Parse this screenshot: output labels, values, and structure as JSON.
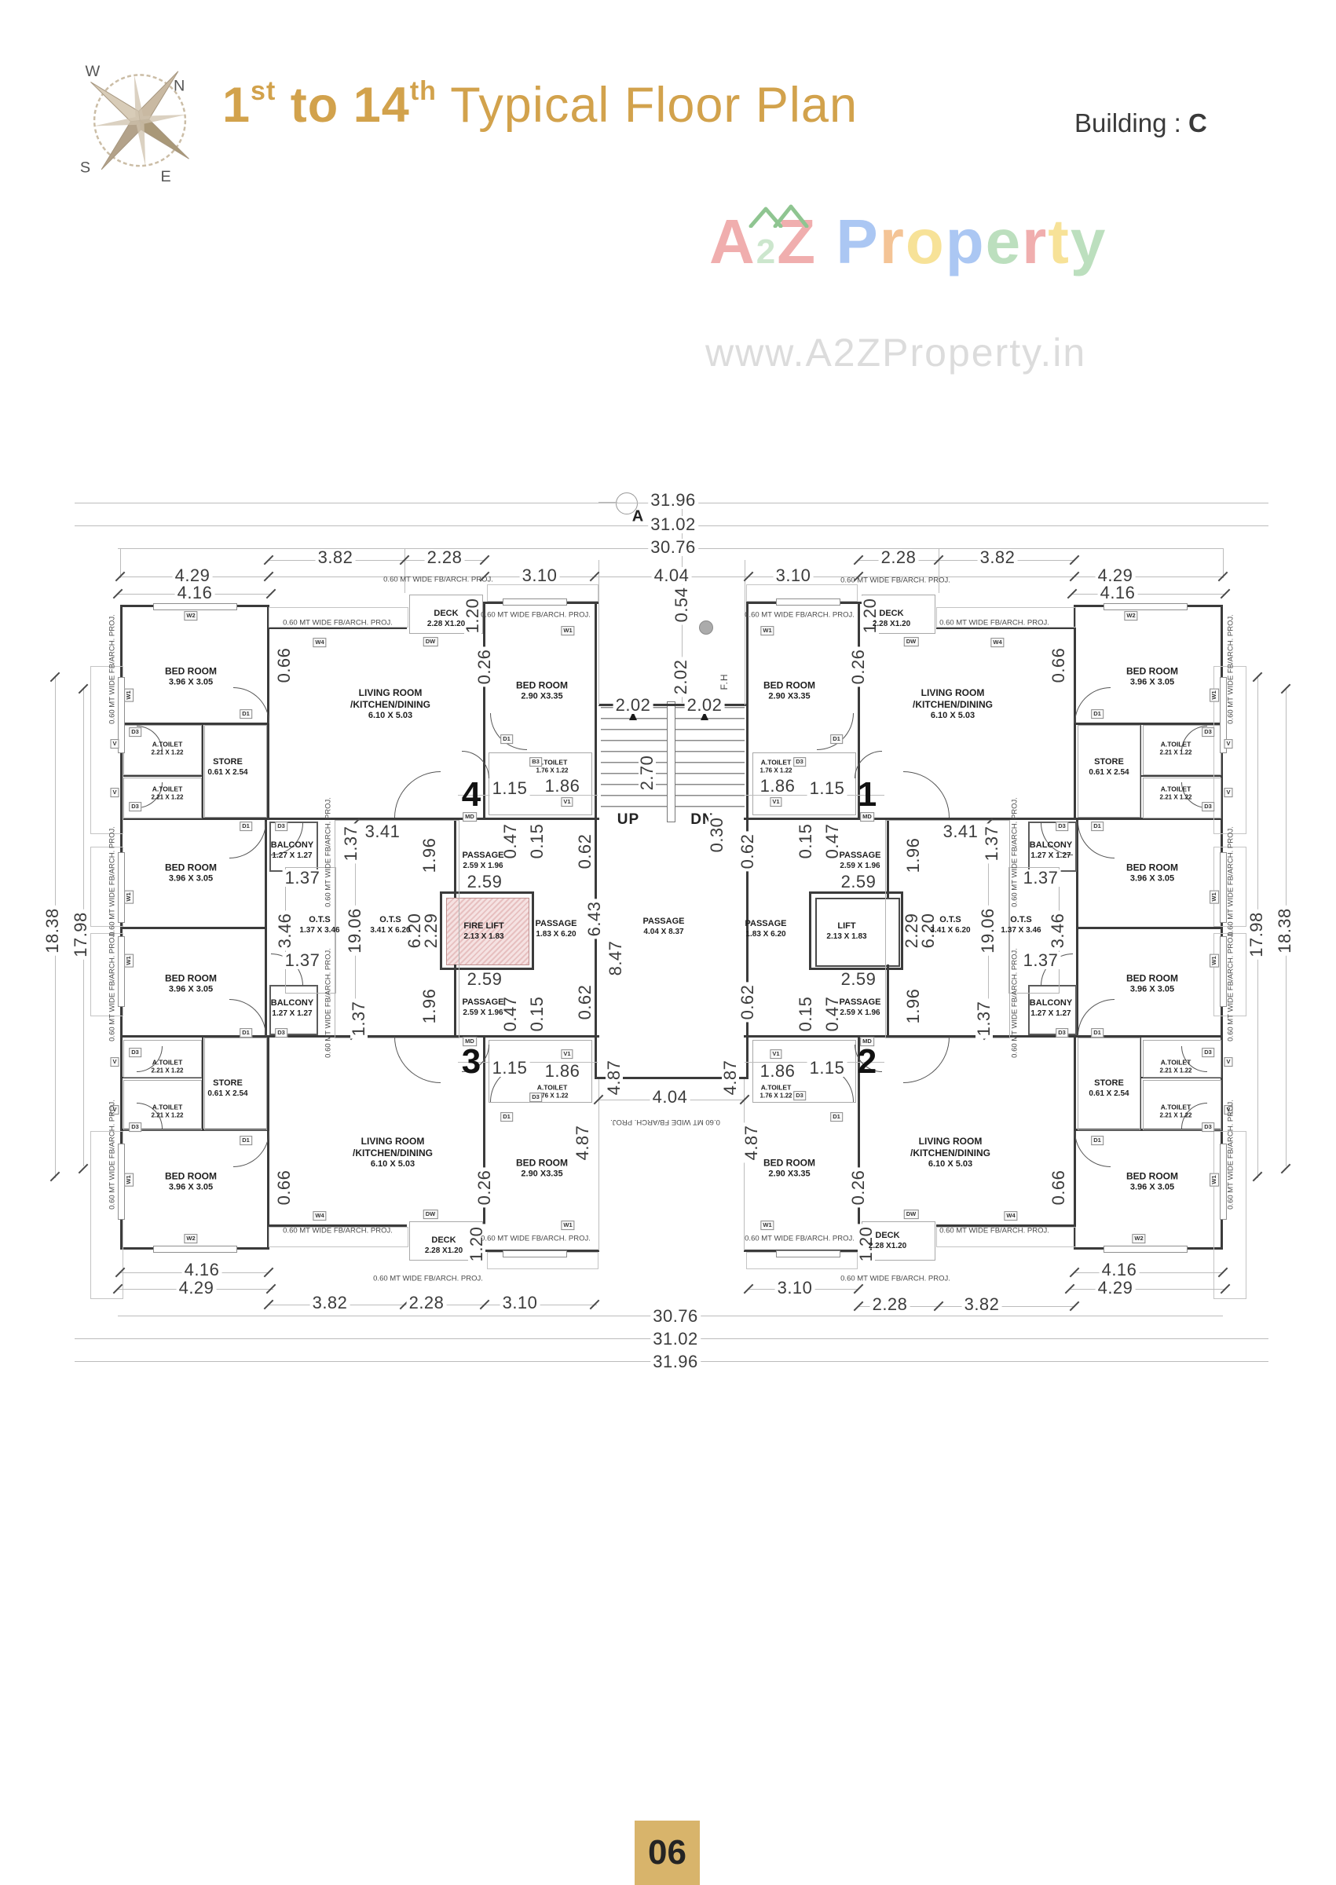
{
  "header": {
    "title": {
      "part1": "1",
      "sup1": "st",
      "part2": " to 14",
      "sup2": "th",
      "part3": " Typical Floor Plan"
    },
    "building_label": "Building :",
    "building_value": "C"
  },
  "compass": {
    "n": "N",
    "s": "S",
    "e": "E",
    "w": "W"
  },
  "watermark": {
    "letters": [
      {
        "t": "A",
        "c": "#efa6a6"
      },
      {
        "t": "2",
        "c": "#c7e4c8",
        "small": true
      },
      {
        "t": "Z",
        "c": "#efa6a6"
      },
      {
        "t": " ",
        "c": "#ffffff"
      },
      {
        "t": "P",
        "c": "#a3c1f2"
      },
      {
        "t": "r",
        "c": "#f3be8b"
      },
      {
        "t": "o",
        "c": "#f7df8d"
      },
      {
        "t": "p",
        "c": "#a3c1f2"
      },
      {
        "t": "e",
        "c": "#b5dcb7"
      },
      {
        "t": "r",
        "c": "#efa6a6"
      },
      {
        "t": "t",
        "c": "#f7df8d"
      },
      {
        "t": "y",
        "c": "#b5dcb7"
      }
    ],
    "url": "www.A2ZProperty.in"
  },
  "plan": {
    "units": {
      "u1": "1",
      "u2": "2",
      "u3": "3",
      "u4": "4"
    },
    "rooms": {
      "bed_lg": {
        "name": "BED ROOM",
        "size": "3.96 X 3.05"
      },
      "bed_sm": {
        "name": "BED ROOM",
        "size": "2.90 X3.35"
      },
      "living": {
        "l1": "LIVING ROOM",
        "l2": "/KITCHEN/DINING",
        "size": "6.10 X 5.03"
      },
      "toilet_lg": {
        "name": "A.TOILET",
        "size": "2.21 X 1.22"
      },
      "toilet_sm": {
        "name": "A.TOILET",
        "size": "1.76 X 1.22"
      },
      "store": {
        "name": "STORE",
        "size": "0.61 X 2.54"
      },
      "deck": {
        "name": "DECK",
        "size": "2.28 X1.20"
      },
      "balcony": {
        "name": "BALCONY",
        "size": "1.27 X 1.27"
      },
      "ots_small": {
        "name": "O.T.S",
        "size": "1.37 X 3.46"
      },
      "ots_big": {
        "name": "O.T.S",
        "size": "3.41 X 6.20"
      },
      "firelift": {
        "name": "FIRE LIFT",
        "size": "2.13 X 1.83"
      },
      "lift": {
        "name": "LIFT",
        "size": "2.13 X 1.83"
      },
      "pass_small": {
        "name": "PASSAGE",
        "size": "2.59 X 1.96"
      },
      "pass_mid": {
        "name": "PASSAGE",
        "size": "1.83 X 6.20"
      },
      "pass_big": {
        "name": "PASSAGE",
        "size": "4.04 X 8.37"
      }
    },
    "dims": {
      "d015": "0.15",
      "d026": "0.26",
      "d030": "0.30",
      "d047": "0.47",
      "d054": "0.54",
      "d062": "0.62",
      "d066": "0.66",
      "d115": "1.15",
      "d120": "1.20",
      "d137": "1.37",
      "d186": "1.86",
      "d196": "1.96",
      "d202": "2.02",
      "d228": "2.28",
      "d229": "2.29",
      "d259": "2.59",
      "d270": "2.70",
      "d310": "3.10",
      "d341": "3.41",
      "d346": "3.46",
      "d382": "3.82",
      "d404": "4.04",
      "d416": "4.16",
      "d429": "4.29",
      "d487": "4.87",
      "d620": "6.20",
      "d643": "6.43",
      "d847": "8.47",
      "d1798": "17.98",
      "d1838": "18.38",
      "d1906": "19.06",
      "d3076": "30.76",
      "d3102": "31.02",
      "d3196": "31.96"
    },
    "labels": {
      "up": "UP",
      "dn": "DN",
      "fh": "F.H",
      "marker_a": "A",
      "proj": "0.60 MT WIDE FB/ARCH. PROJ."
    },
    "tags": {
      "w1": "W1",
      "w2": "W2",
      "w4": "W4",
      "dw": "DW",
      "v": "V",
      "v1": "V1",
      "d1": "D1",
      "d3": "D3",
      "b3": "B3",
      "md": "MD"
    }
  },
  "footer": {
    "page": "06"
  }
}
